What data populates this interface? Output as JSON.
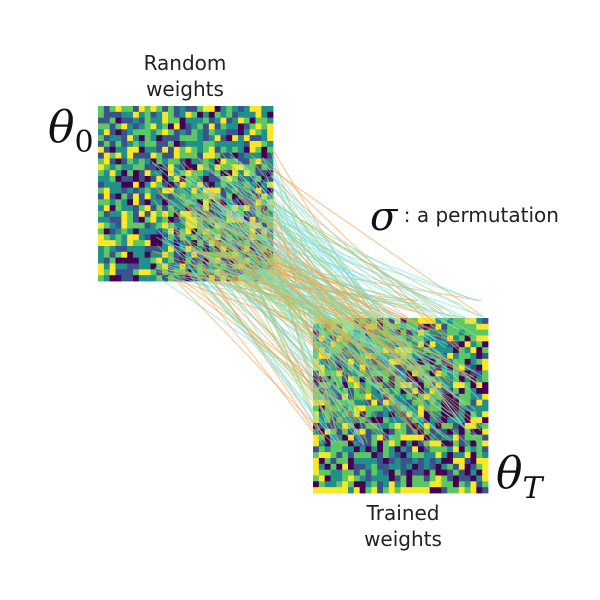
{
  "top_matrix": {
    "label_line1": "Random",
    "label_line2": "weights",
    "symbol": "θ",
    "subscript": "0"
  },
  "bottom_matrix": {
    "label_line1": "Trained",
    "label_line2": "weights",
    "symbol": "θ",
    "subscript": "T"
  },
  "permutation": {
    "symbol": "σ",
    "text": ": a permutation"
  },
  "colors": {
    "palette": [
      "#440154",
      "#3b528b",
      "#21908d",
      "#5dc863",
      "#fde725"
    ],
    "line_orange": "#f5a04a",
    "line_cyan": "#7fe0e6",
    "line_green": "#9ad17a"
  }
}
